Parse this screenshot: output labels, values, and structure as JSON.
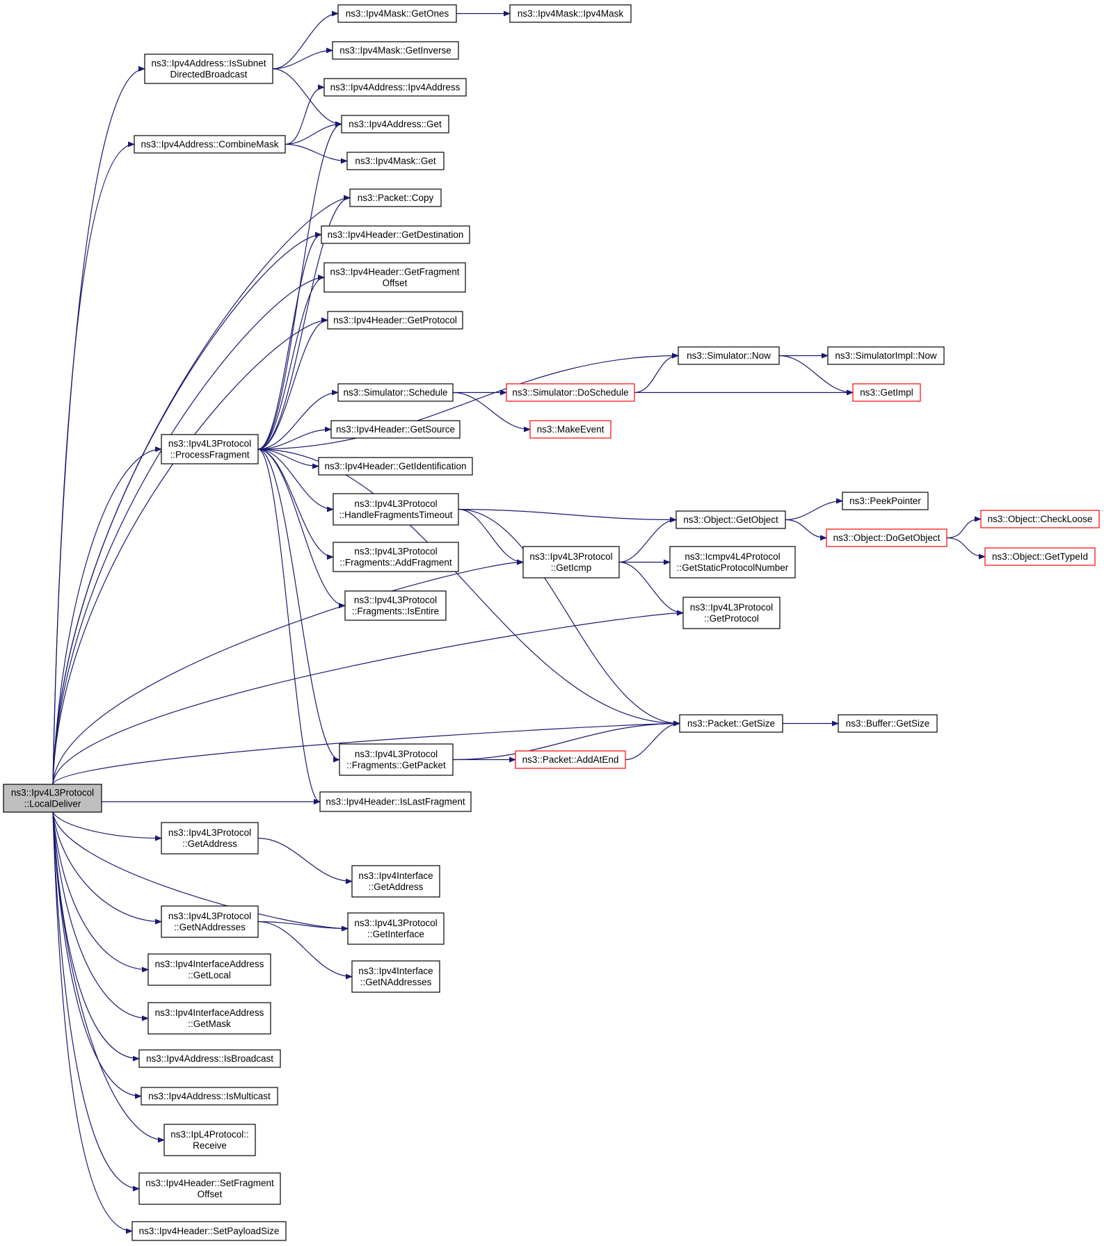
{
  "colors": {
    "edge": "#191970",
    "node_border": "#000000",
    "truncated_border": "#ff0000",
    "root_fill": "#bfbfbf",
    "background": "#ffffff"
  },
  "root": "local_deliver",
  "nodes": [
    {
      "id": "local_deliver",
      "lines": [
        "ns3::Ipv4L3Protocol",
        "::LocalDeliver"
      ],
      "style": "root"
    },
    {
      "id": "mask_getones",
      "lines": [
        "ns3::Ipv4Mask::GetOnes"
      ]
    },
    {
      "id": "mask_ctor",
      "lines": [
        "ns3::Ipv4Mask::Ipv4Mask"
      ]
    },
    {
      "id": "is_subnet_dir_bc",
      "lines": [
        "ns3::Ipv4Address::IsSubnet",
        "DirectedBroadcast"
      ]
    },
    {
      "id": "mask_getinverse",
      "lines": [
        "ns3::Ipv4Mask::GetInverse"
      ]
    },
    {
      "id": "addr_ctor",
      "lines": [
        "ns3::Ipv4Address::Ipv4Address"
      ]
    },
    {
      "id": "addr_get",
      "lines": [
        "ns3::Ipv4Address::Get"
      ]
    },
    {
      "id": "combine_mask",
      "lines": [
        "ns3::Ipv4Address::CombineMask"
      ]
    },
    {
      "id": "mask_get",
      "lines": [
        "ns3::Ipv4Mask::Get"
      ]
    },
    {
      "id": "packet_copy",
      "lines": [
        "ns3::Packet::Copy"
      ]
    },
    {
      "id": "hdr_getdest",
      "lines": [
        "ns3::Ipv4Header::GetDestination"
      ]
    },
    {
      "id": "hdr_getfragoff",
      "lines": [
        "ns3::Ipv4Header::GetFragment",
        "Offset"
      ]
    },
    {
      "id": "hdr_getproto",
      "lines": [
        "ns3::Ipv4Header::GetProtocol"
      ]
    },
    {
      "id": "sim_now",
      "lines": [
        "ns3::Simulator::Now"
      ]
    },
    {
      "id": "simimpl_now",
      "lines": [
        "ns3::SimulatorImpl::Now"
      ]
    },
    {
      "id": "sim_schedule",
      "lines": [
        "ns3::Simulator::Schedule"
      ]
    },
    {
      "id": "sim_doschedule",
      "lines": [
        "ns3::Simulator::DoSchedule"
      ],
      "style": "truncated"
    },
    {
      "id": "getimpl",
      "lines": [
        "ns3::GetImpl"
      ],
      "style": "truncated"
    },
    {
      "id": "process_fragment",
      "lines": [
        "ns3::Ipv4L3Protocol",
        "::ProcessFragment"
      ]
    },
    {
      "id": "hdr_getsource",
      "lines": [
        "ns3::Ipv4Header::GetSource"
      ]
    },
    {
      "id": "makeevent",
      "lines": [
        "ns3::MakeEvent"
      ],
      "style": "truncated"
    },
    {
      "id": "hdr_getident",
      "lines": [
        "ns3::Ipv4Header::GetIdentification"
      ]
    },
    {
      "id": "handle_frag_timeout",
      "lines": [
        "ns3::Ipv4L3Protocol",
        "::HandleFragmentsTimeout"
      ]
    },
    {
      "id": "peekpointer",
      "lines": [
        "ns3::PeekPointer"
      ]
    },
    {
      "id": "obj_getobject",
      "lines": [
        "ns3::Object::GetObject"
      ]
    },
    {
      "id": "obj_checkloose",
      "lines": [
        "ns3::Object::CheckLoose"
      ],
      "style": "truncated"
    },
    {
      "id": "obj_dogetobject",
      "lines": [
        "ns3::Object::DoGetObject"
      ],
      "style": "truncated"
    },
    {
      "id": "frag_addfragment",
      "lines": [
        "ns3::Ipv4L3Protocol",
        "::Fragments::AddFragment"
      ]
    },
    {
      "id": "geticmp",
      "lines": [
        "ns3::Ipv4L3Protocol",
        "::GetIcmp"
      ]
    },
    {
      "id": "icmp_getstaticproto",
      "lines": [
        "ns3::Icmpv4L4Protocol",
        "::GetStaticProtocolNumber"
      ]
    },
    {
      "id": "obj_gettypeid",
      "lines": [
        "ns3::Object::GetTypeId"
      ],
      "style": "truncated"
    },
    {
      "id": "frag_isentire",
      "lines": [
        "ns3::Ipv4L3Protocol",
        "::Fragments::IsEntire"
      ]
    },
    {
      "id": "l3_getprotocol",
      "lines": [
        "ns3::Ipv4L3Protocol",
        "::GetProtocol"
      ]
    },
    {
      "id": "packet_getsize",
      "lines": [
        "ns3::Packet::GetSize"
      ]
    },
    {
      "id": "buffer_getsize",
      "lines": [
        "ns3::Buffer::GetSize"
      ]
    },
    {
      "id": "frag_getpacket",
      "lines": [
        "ns3::Ipv4L3Protocol",
        "::Fragments::GetPacket"
      ]
    },
    {
      "id": "packet_addatend",
      "lines": [
        "ns3::Packet::AddAtEnd"
      ],
      "style": "truncated"
    },
    {
      "id": "hdr_islastfrag",
      "lines": [
        "ns3::Ipv4Header::IsLastFragment"
      ]
    },
    {
      "id": "l3_getaddress",
      "lines": [
        "ns3::Ipv4L3Protocol",
        "::GetAddress"
      ]
    },
    {
      "id": "iface_getaddress",
      "lines": [
        "ns3::Ipv4Interface",
        "::GetAddress"
      ]
    },
    {
      "id": "l3_getnaddresses",
      "lines": [
        "ns3::Ipv4L3Protocol",
        "::GetNAddresses"
      ]
    },
    {
      "id": "l3_getinterface",
      "lines": [
        "ns3::Ipv4L3Protocol",
        "::GetInterface"
      ]
    },
    {
      "id": "ifaddr_getlocal",
      "lines": [
        "ns3::Ipv4InterfaceAddress",
        "::GetLocal"
      ]
    },
    {
      "id": "iface_getnaddresses",
      "lines": [
        "ns3::Ipv4Interface",
        "::GetNAddresses"
      ]
    },
    {
      "id": "ifaddr_getmask",
      "lines": [
        "ns3::Ipv4InterfaceAddress",
        "::GetMask"
      ]
    },
    {
      "id": "addr_isbroadcast",
      "lines": [
        "ns3::Ipv4Address::IsBroadcast"
      ]
    },
    {
      "id": "addr_ismulticast",
      "lines": [
        "ns3::Ipv4Address::IsMulticast"
      ]
    },
    {
      "id": "ipl4_receive",
      "lines": [
        "ns3::IpL4Protocol::",
        "Receive"
      ]
    },
    {
      "id": "hdr_setfragoff",
      "lines": [
        "ns3::Ipv4Header::SetFragment",
        "Offset"
      ]
    },
    {
      "id": "hdr_setpayload",
      "lines": [
        "ns3::Ipv4Header::SetPayloadSize"
      ]
    }
  ],
  "edges": [
    [
      "local_deliver",
      "is_subnet_dir_bc"
    ],
    [
      "local_deliver",
      "combine_mask"
    ],
    [
      "local_deliver",
      "packet_copy"
    ],
    [
      "local_deliver",
      "hdr_getdest"
    ],
    [
      "local_deliver",
      "hdr_getfragoff"
    ],
    [
      "local_deliver",
      "hdr_getproto"
    ],
    [
      "local_deliver",
      "process_fragment"
    ],
    [
      "local_deliver",
      "geticmp"
    ],
    [
      "local_deliver",
      "l3_getprotocol"
    ],
    [
      "local_deliver",
      "packet_getsize"
    ],
    [
      "local_deliver",
      "hdr_islastfrag"
    ],
    [
      "local_deliver",
      "l3_getaddress"
    ],
    [
      "local_deliver",
      "l3_getinterface"
    ],
    [
      "local_deliver",
      "l3_getnaddresses"
    ],
    [
      "local_deliver",
      "ifaddr_getlocal"
    ],
    [
      "local_deliver",
      "ifaddr_getmask"
    ],
    [
      "local_deliver",
      "addr_isbroadcast"
    ],
    [
      "local_deliver",
      "addr_ismulticast"
    ],
    [
      "local_deliver",
      "ipl4_receive"
    ],
    [
      "local_deliver",
      "hdr_setfragoff"
    ],
    [
      "local_deliver",
      "hdr_setpayload"
    ],
    [
      "is_subnet_dir_bc",
      "mask_getones"
    ],
    [
      "is_subnet_dir_bc",
      "mask_getinverse"
    ],
    [
      "is_subnet_dir_bc",
      "addr_get"
    ],
    [
      "mask_getones",
      "mask_ctor"
    ],
    [
      "combine_mask",
      "addr_ctor"
    ],
    [
      "combine_mask",
      "addr_get"
    ],
    [
      "combine_mask",
      "mask_get"
    ],
    [
      "process_fragment",
      "addr_get"
    ],
    [
      "process_fragment",
      "packet_copy"
    ],
    [
      "process_fragment",
      "hdr_getdest"
    ],
    [
      "process_fragment",
      "hdr_getfragoff"
    ],
    [
      "process_fragment",
      "hdr_getproto"
    ],
    [
      "process_fragment",
      "sim_now"
    ],
    [
      "process_fragment",
      "sim_schedule"
    ],
    [
      "process_fragment",
      "hdr_getsource"
    ],
    [
      "process_fragment",
      "hdr_getident"
    ],
    [
      "process_fragment",
      "handle_frag_timeout"
    ],
    [
      "process_fragment",
      "frag_addfragment"
    ],
    [
      "process_fragment",
      "frag_isentire"
    ],
    [
      "process_fragment",
      "packet_getsize"
    ],
    [
      "process_fragment",
      "frag_getpacket"
    ],
    [
      "process_fragment",
      "hdr_islastfrag"
    ],
    [
      "sim_now",
      "simimpl_now"
    ],
    [
      "sim_now",
      "getimpl"
    ],
    [
      "sim_schedule",
      "sim_doschedule"
    ],
    [
      "sim_schedule",
      "makeevent"
    ],
    [
      "sim_doschedule",
      "sim_now"
    ],
    [
      "sim_doschedule",
      "getimpl"
    ],
    [
      "handle_frag_timeout",
      "obj_getobject"
    ],
    [
      "handle_frag_timeout",
      "geticmp"
    ],
    [
      "handle_frag_timeout",
      "packet_getsize"
    ],
    [
      "obj_getobject",
      "peekpointer"
    ],
    [
      "obj_getobject",
      "obj_dogetobject"
    ],
    [
      "obj_dogetobject",
      "obj_checkloose"
    ],
    [
      "obj_dogetobject",
      "obj_gettypeid"
    ],
    [
      "geticmp",
      "obj_getobject"
    ],
    [
      "geticmp",
      "icmp_getstaticproto"
    ],
    [
      "geticmp",
      "l3_getprotocol"
    ],
    [
      "packet_getsize",
      "buffer_getsize"
    ],
    [
      "frag_getpacket",
      "packet_getsize"
    ],
    [
      "frag_getpacket",
      "packet_addatend"
    ],
    [
      "packet_addatend",
      "packet_getsize"
    ],
    [
      "l3_getaddress",
      "iface_getaddress"
    ],
    [
      "l3_getnaddresses",
      "l3_getinterface"
    ],
    [
      "l3_getnaddresses",
      "iface_getnaddresses"
    ]
  ]
}
